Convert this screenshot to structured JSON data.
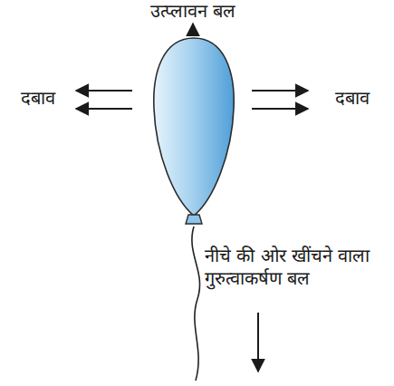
{
  "diagram": {
    "labels": [
      "उत्प्लावन बल",
      "दबाव",
      "दबाव",
      "नीचे की ओर खींचने वाला गुरुत्वाकर्षण बल"
    ]
  }
}
